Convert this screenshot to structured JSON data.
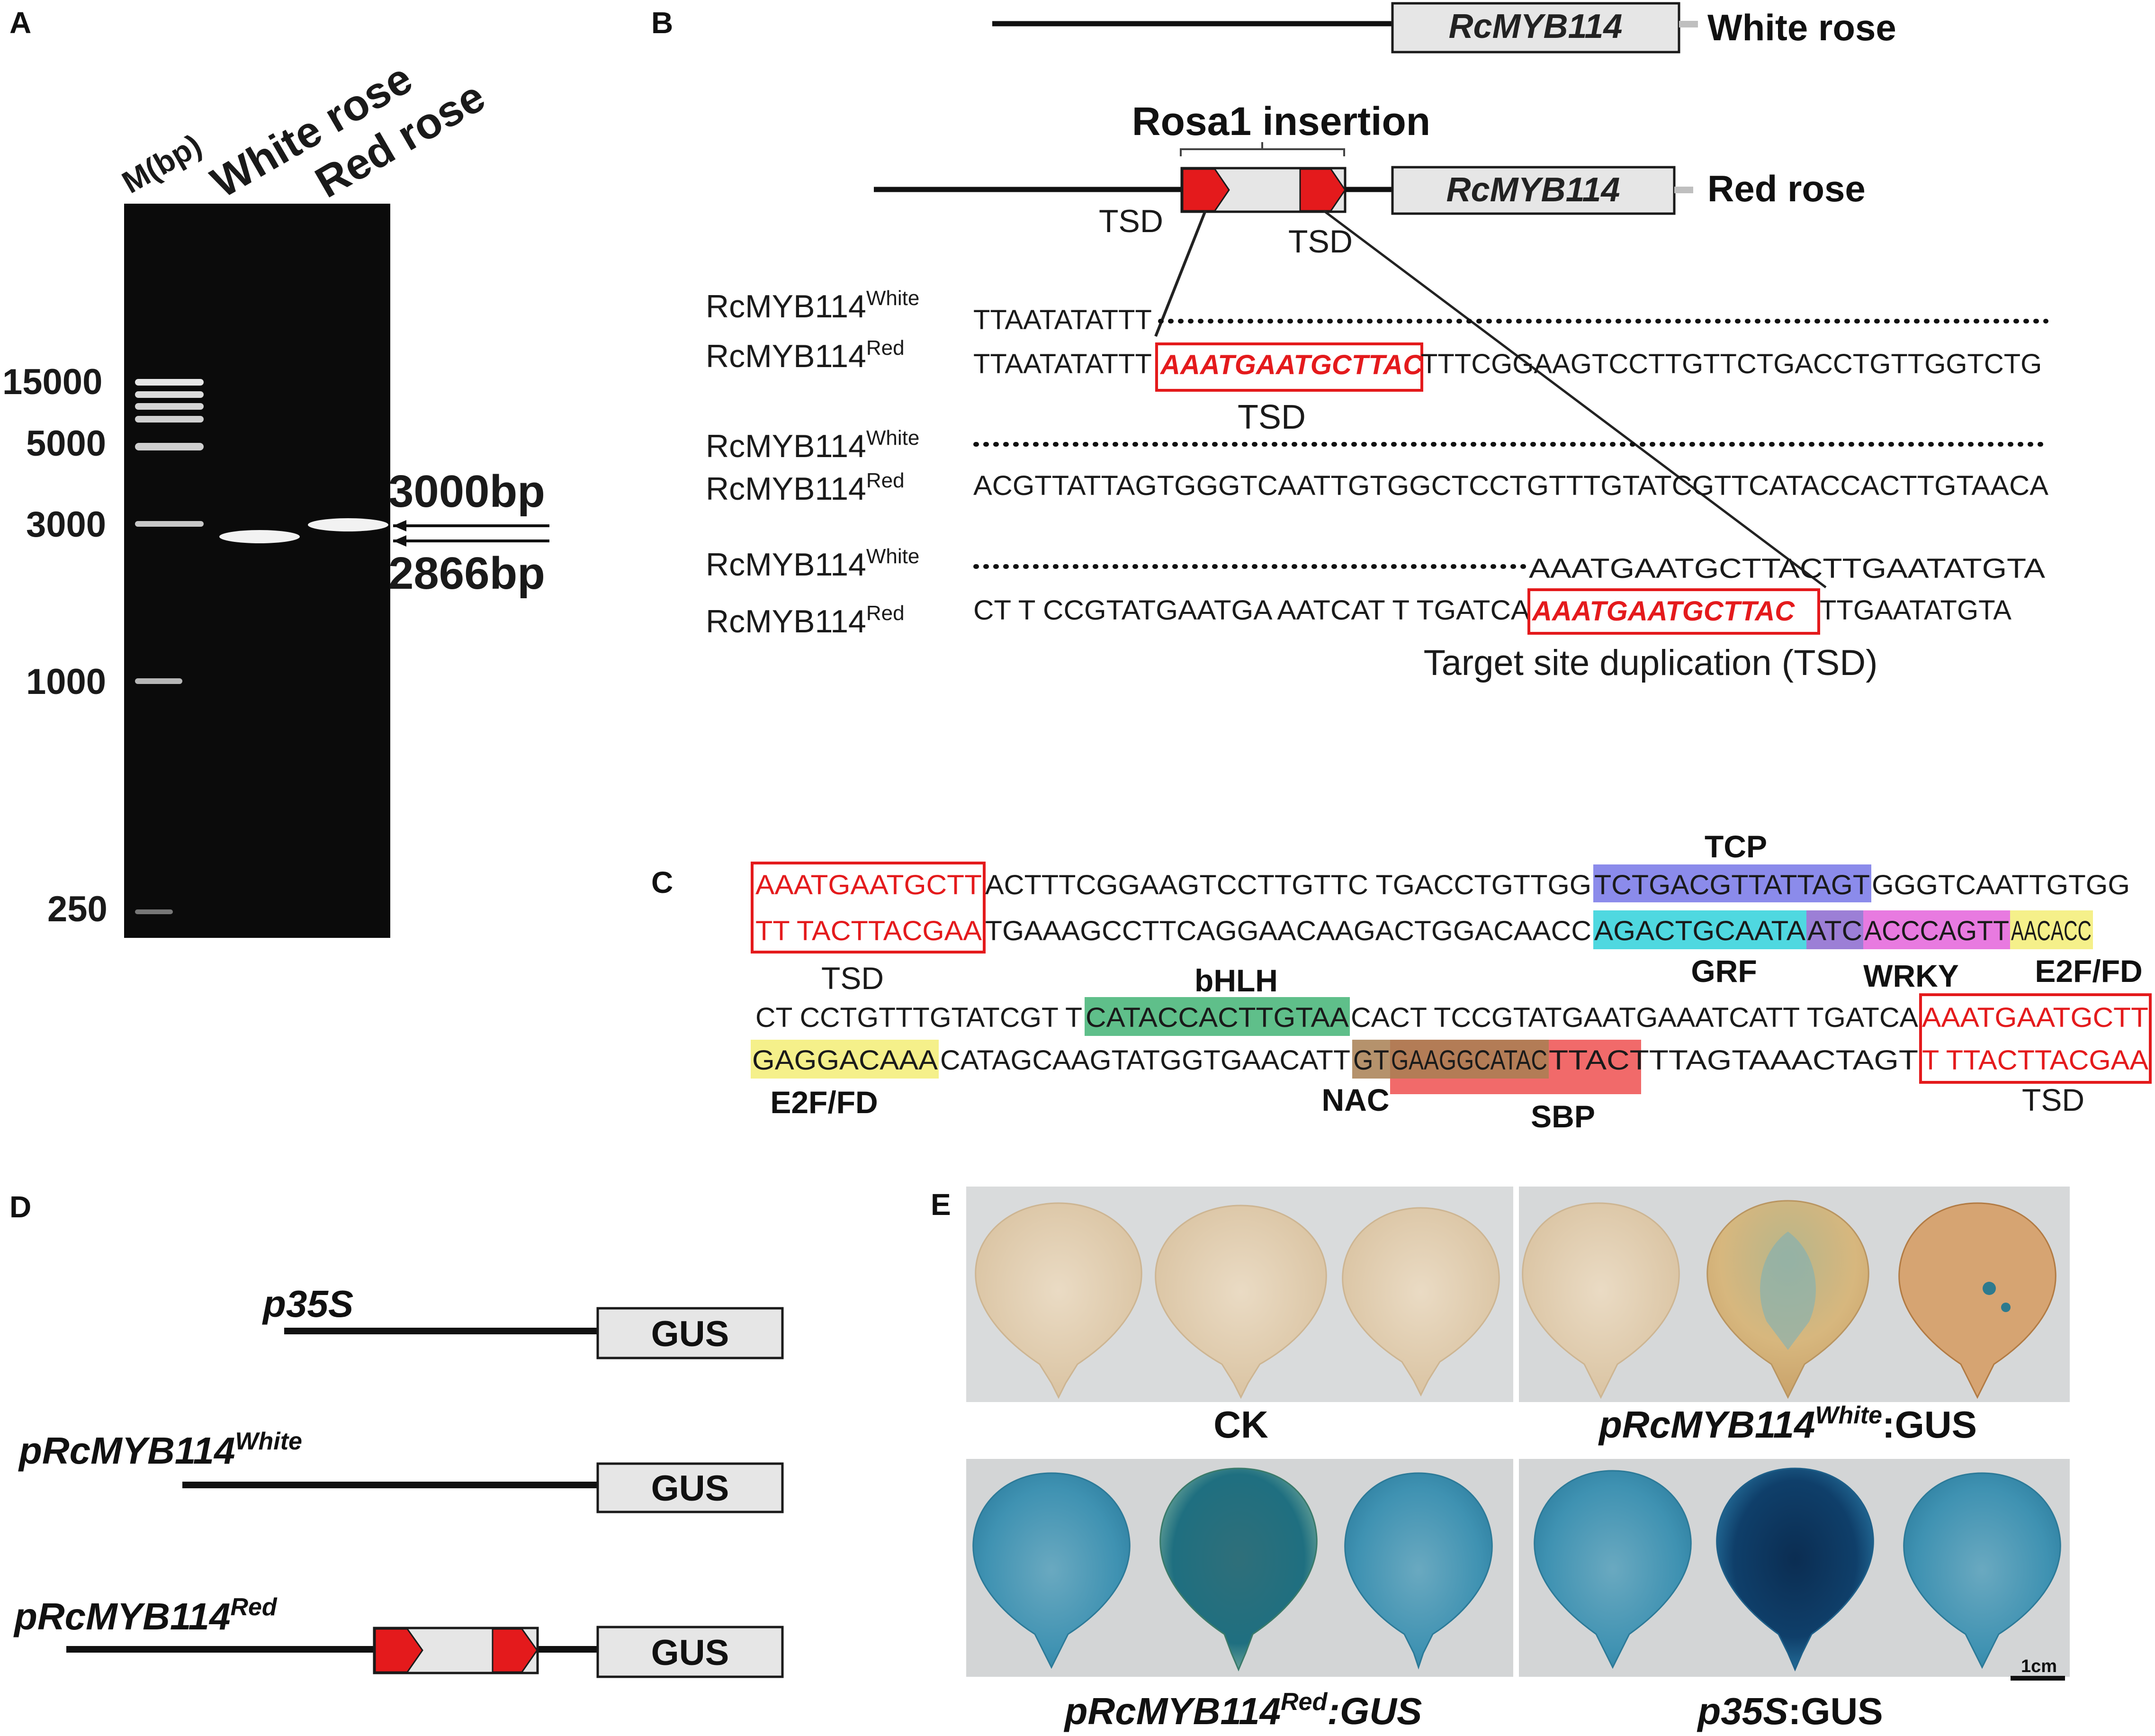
{
  "panels": {
    "A": "A",
    "B": "B",
    "C": "C",
    "D": "D",
    "E": "E"
  },
  "gel": {
    "lanes": [
      "M(bp)",
      "White rose",
      "Red rose"
    ],
    "markers": [
      "15000",
      "5000",
      "3000",
      "1000",
      "250"
    ],
    "band_labels": [
      "3000bp",
      "2866bp"
    ]
  },
  "structure": {
    "gene": "RcMYB114",
    "white": "White rose",
    "red": "Red rose",
    "insertion": "Rosa1 insertion",
    "tsd": "TSD"
  },
  "alignment": {
    "white_name": "RcMYB114",
    "white_sup": "White",
    "red_name": "RcMYB114",
    "red_sup": "Red",
    "row1_white": "TTAATATATTT",
    "row1_red_pre": "TTAATATATTT",
    "row1_red_tsd": "AAATGAATGCTTAC",
    "row1_red_post": "TTTCGGAAGTCCTTGTTCTGACCTGTTGGTCTG",
    "row1_tsd_label": "TSD",
    "row2_red": "ACGTTATTAGTGGGTCAATTGTGGCTCCTGTTTGTATCGTTCATACCACTTGTAACA",
    "row3_white": "AAATGAATGCTTACTTGAATATGTA",
    "row3_red_pre": "CT T CCGTATGAATGA AATCAT T TGATCA",
    "row3_red_tsd": "AAATGAATGCTTAC",
    "row3_red_post": "TTGAATATGTA",
    "tsd_caption": "Target site duplication (TSD)"
  },
  "motifs": {
    "line1_tsd": "AAATGAATGCTT",
    "line1_a": "ACTTTCGGAAGTCCTTGTTC TGACCTGTTGG",
    "line1_tcp": "TCTGACGTTATTAGT",
    "line1_b": "GGGTCAATTGTGG",
    "line2_tsd": "TT TACTTACGAA",
    "line2_a": "TGAAAGCCTTCAGGAACAAGACTGGACAACC",
    "line2_grf": "AGACTGCAATA",
    "line2_atc": "ATC",
    "line2_wrky": "ACCCAGTT",
    "line2_e2f": "AACACC",
    "line3_a": "CT CCTGTTTGTATCGT T",
    "line3_bhlh": "CATACCACTTGTAA",
    "line3_b": "CACT TCCGTATGAATGAAATCATT TGATCA",
    "line3_tsd": "AAATGAATGCTT",
    "line4_e2f": "GAGGACAAA",
    "line4_a": "CATAGCAAGTATGGTGAACATT",
    "line4_nac": "GT",
    "line4_sbp": "GAAGGCATAC",
    "line4_b": "TTACTTTAGTAAACTAGT",
    "line4_tsd": "T TTACTTACGAA",
    "labels": {
      "tcp": "TCP",
      "grf": "GRF",
      "wrky": "WRKY",
      "e2f_top": "E2F/FD",
      "bhlh": "bHLH",
      "e2f_bottom": "E2F/FD",
      "nac": "NAC",
      "sbp": "SBP",
      "tsd_left": "TSD",
      "tsd_right": "TSD"
    },
    "colors": {
      "tcp": "#6f6fe6",
      "grf": "#4fd8e0",
      "wrky": "#e87ae0",
      "atc": "#9c7fd6",
      "e2f": "#f5f08a",
      "bhlh": "#5fbf8a",
      "nac": "#a87f52",
      "sbp": "#f05a5a"
    }
  },
  "constructs": {
    "p35s": "p35S",
    "white_name": "pRcMYB114",
    "white_sup": "White",
    "red_name": "pRcMYB114",
    "red_sup": "Red",
    "gus": "GUS"
  },
  "leaves": {
    "ck": "CK",
    "white_name": "pRcMYB114",
    "white_sup": "White",
    "white_suffix": ":GUS",
    "red_name": "pRcMYB114",
    "red_sup": "Red",
    "red_suffix": ":GUS",
    "p35s_name": "p35S",
    "p35s_suffix": ":GUS",
    "scale": "1cm"
  },
  "colors": {
    "tsd_red": "#e41a1c",
    "gene_box": "#e6e6e6",
    "gel_bg": "#0d0d0d",
    "stain_blue": "#2e8fb0",
    "stain_dark": "#0d3f66"
  }
}
